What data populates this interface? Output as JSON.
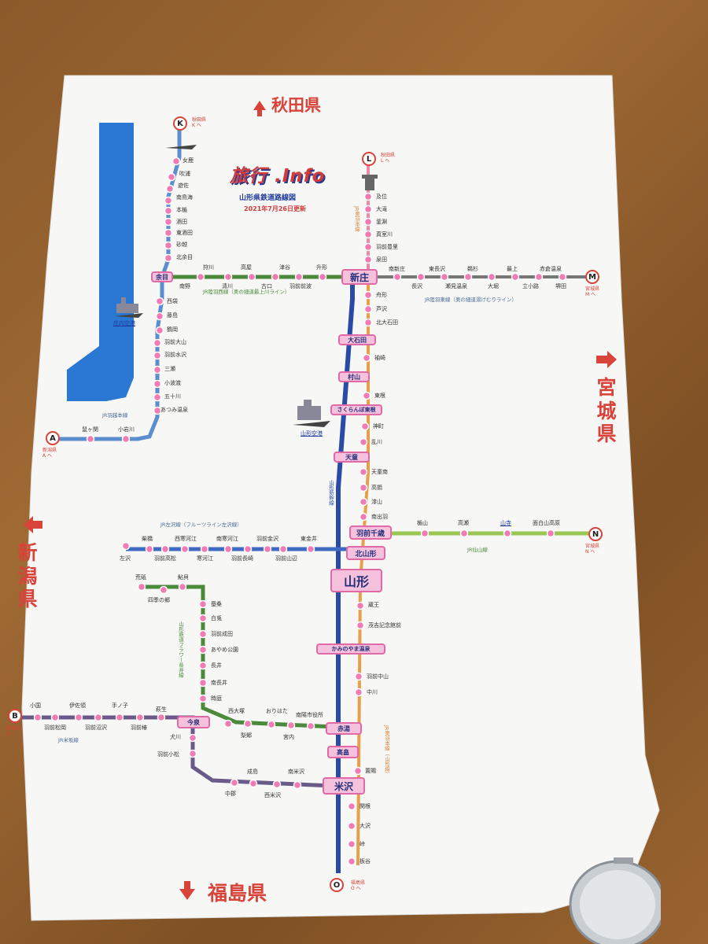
{
  "directions": {
    "north": "秋田県",
    "east": [
      "宮",
      "城",
      "県"
    ],
    "west": [
      "新",
      "潟",
      "県"
    ],
    "south": "福島県"
  },
  "logo": {
    "title": "旅行 .Info",
    "subtitle": "山形県鉄道路線図",
    "updated": "2021年7月26日更新"
  },
  "endpoints": {
    "K": {
      "letter": "K",
      "pref": "秋田県",
      "sub": "K へ"
    },
    "L": {
      "letter": "L",
      "pref": "秋田県",
      "sub": "L へ"
    },
    "M": {
      "letter": "M",
      "pref": "宮城県",
      "sub": "M へ"
    },
    "A": {
      "letter": "A",
      "pref": "新潟県",
      "sub": "A へ"
    },
    "N": {
      "letter": "N",
      "pref": "宮城県",
      "sub": "N へ"
    },
    "B": {
      "letter": "B",
      "pref": "新潟県",
      "sub": "B へ"
    },
    "O": {
      "letter": "O",
      "pref": "福島県",
      "sub": "O へ"
    }
  },
  "hubs": {
    "amarume": "余目",
    "shinjo": "新庄",
    "oishida": "大石田",
    "murayama": "村山",
    "sakuranbo": "さくらんぼ東根",
    "tendo": "天童",
    "uzenchitose": "羽前千歳",
    "kitayamagata": "北山形",
    "yamagata": "山形",
    "kaminoyama": "かみのやま温泉",
    "imaizumi": "今泉",
    "akayu": "赤湯",
    "takahata": "高畠",
    "yonezawa": "米沢"
  },
  "airports": {
    "shonai": "庄内空港",
    "yamagata": "山形空港"
  },
  "line_names": {
    "uetsu_honsen": "JR羽越本線",
    "rikuu_west": "JR陸羽西線（奥の細道最上川ライン）",
    "rikuu_east": "JR陸羽東線（奥の細道湯けむりライン）",
    "ou_honsen_north": "JR奥羽本線",
    "ou_honsen_south": "JR奥羽本線（山形線）",
    "shinkansen": "山形新幹線",
    "aterazawa": "JR左沢線（フルーツライン左沢線）",
    "senzan": "JR仙山線",
    "flower_nagai": "山形鉄道フラワー長井線",
    "yonesaka": "JR米坂線"
  },
  "stations": {
    "uetsu": [
      "女鹿",
      "吹浦",
      "遊佐",
      "南鳥海",
      "本楯",
      "酒田",
      "東酒田",
      "砂越",
      "北余目"
    ],
    "uetsu_south": [
      "西袋",
      "藤島",
      "鶴岡",
      "羽前大山",
      "羽前水沢",
      "三瀬",
      "小波渡",
      "五十川",
      "あつみ温泉"
    ],
    "uetsu_a": [
      "鼠ヶ関",
      "小岩川"
    ],
    "rikuu_w_top": [
      "狩川",
      "高屋",
      "津谷",
      "升形"
    ],
    "rikuu_w_bot": [
      "南野",
      "清川",
      "古口",
      "羽前前波"
    ],
    "ou_north": [
      "及位",
      "大滝",
      "釜淵",
      "真室川",
      "羽前豊里",
      "泉田"
    ],
    "rikuu_e_top": [
      "南新庄",
      "東長沢",
      "鵜杉",
      "最上",
      "赤倉温泉"
    ],
    "rikuu_e_bot": [
      "長沢",
      "瀬見温泉",
      "大堀",
      "立小路",
      "堺田"
    ],
    "ou_mid": [
      "舟形",
      "芦沢",
      "北大石田"
    ],
    "ou_mid2": [
      "袖崎",
      "東根",
      "神町",
      "乱川"
    ],
    "ou_mid3": [
      "天童南",
      "高擶",
      "漆山",
      "南出羽"
    ],
    "senzan": [
      "楯山",
      "高瀬",
      "山寺",
      "面白山高原"
    ],
    "aterazawa_top": [
      "柴橋",
      "西寒河江",
      "南寒河江",
      "羽前金沢",
      "東金井"
    ],
    "aterazawa_bot": [
      "左沢",
      "羽前高松",
      "寒河江",
      "羽前長崎",
      "羽前山辺"
    ],
    "ou_south": [
      "蔵王",
      "茂吉記念館前",
      "羽前中山",
      "中川"
    ],
    "flower_top": [
      "荒砥",
      "鮎貝"
    ],
    "flower_side": [
      "四季の郷"
    ],
    "flower": [
      "蚕桑",
      "白兎",
      "羽前成田",
      "あやめ公園",
      "長井",
      "南長井",
      "時庭"
    ],
    "flower_bot": [
      "西大塚",
      "おりはた",
      "南陽市役所"
    ],
    "flower_bot2": [
      "梨郷",
      "宮内"
    ],
    "yonesaka_top": [
      "小国",
      "伊佐領",
      "手ノ子",
      "萩生"
    ],
    "yonesaka_bot": [
      "羽前松岡",
      "羽前沼沢",
      "羽前椿"
    ],
    "yonesaka_s": [
      "犬川",
      "羽前小松"
    ],
    "yonesaka_s2": [
      "成島",
      "南米沢"
    ],
    "yonesaka_s3": [
      "中郡",
      "西米沢"
    ],
    "ou_last": [
      "置賜",
      "関根",
      "大沢",
      "峠",
      "板谷"
    ]
  }
}
